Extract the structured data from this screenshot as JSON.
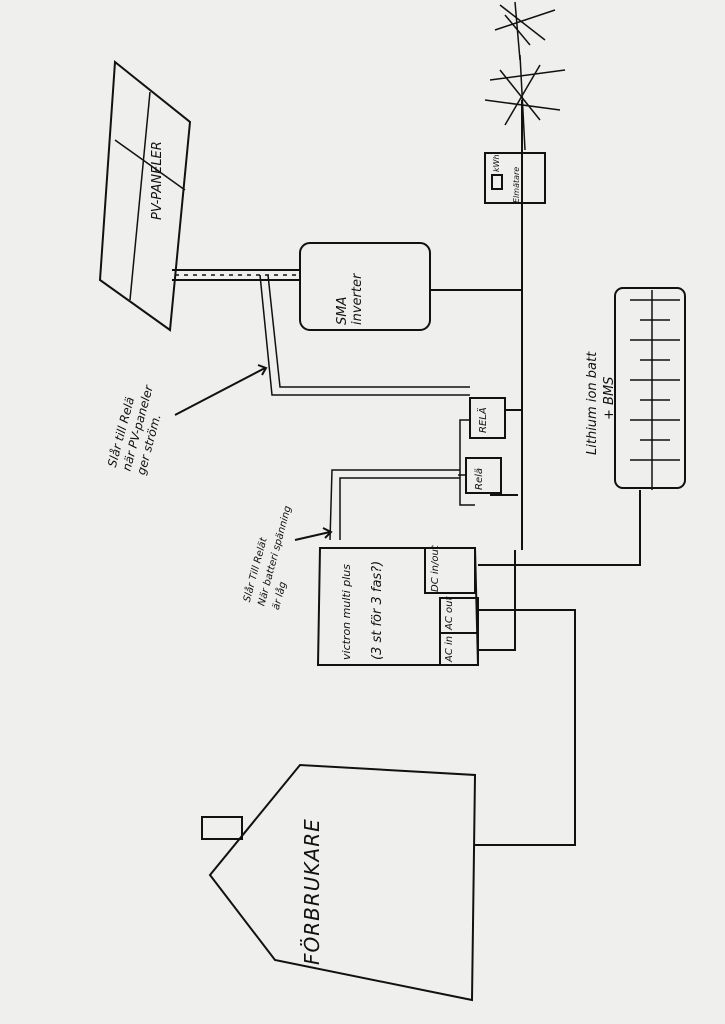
{
  "labels": {
    "pv_panels": "PV-PANELER",
    "inverter": "SMA inverter",
    "meter_kwh": "kWh",
    "meter": "Elmätare",
    "relay1": "RELÄ",
    "relay2": "Relä",
    "battery": "Lithium ion batt",
    "battery_bms": "+ BMS",
    "victron": "victron multi plus",
    "victron_note": "(3 st för 3 fas?)",
    "dc_port": "DC in/out",
    "ac_out_port": "AC out",
    "ac_in_port": "AC in",
    "consumer": "FÖRBRUKARE"
  },
  "notes": {
    "relay1_note": [
      "Slår till Relä",
      "när PV-paneler",
      "ger ström."
    ],
    "relay2_note": [
      "Slår Till Relät",
      "När batteri spänning",
      "är låg"
    ]
  }
}
